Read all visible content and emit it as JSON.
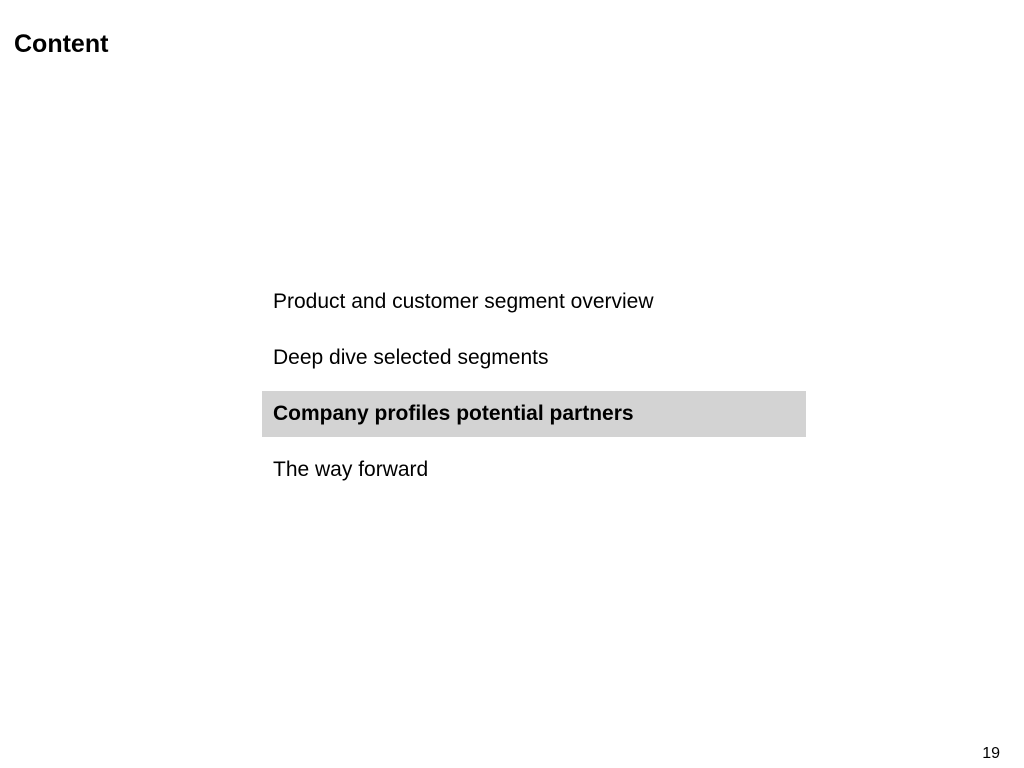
{
  "slide": {
    "title": "Content",
    "page_number": "19"
  },
  "agenda": {
    "active_index": 2,
    "highlight_color": "#d3d3d3",
    "items": [
      {
        "label": "Product and customer segment overview"
      },
      {
        "label": "Deep dive selected segments"
      },
      {
        "label": "Company profiles potential partners"
      },
      {
        "label": "The way forward"
      }
    ]
  }
}
